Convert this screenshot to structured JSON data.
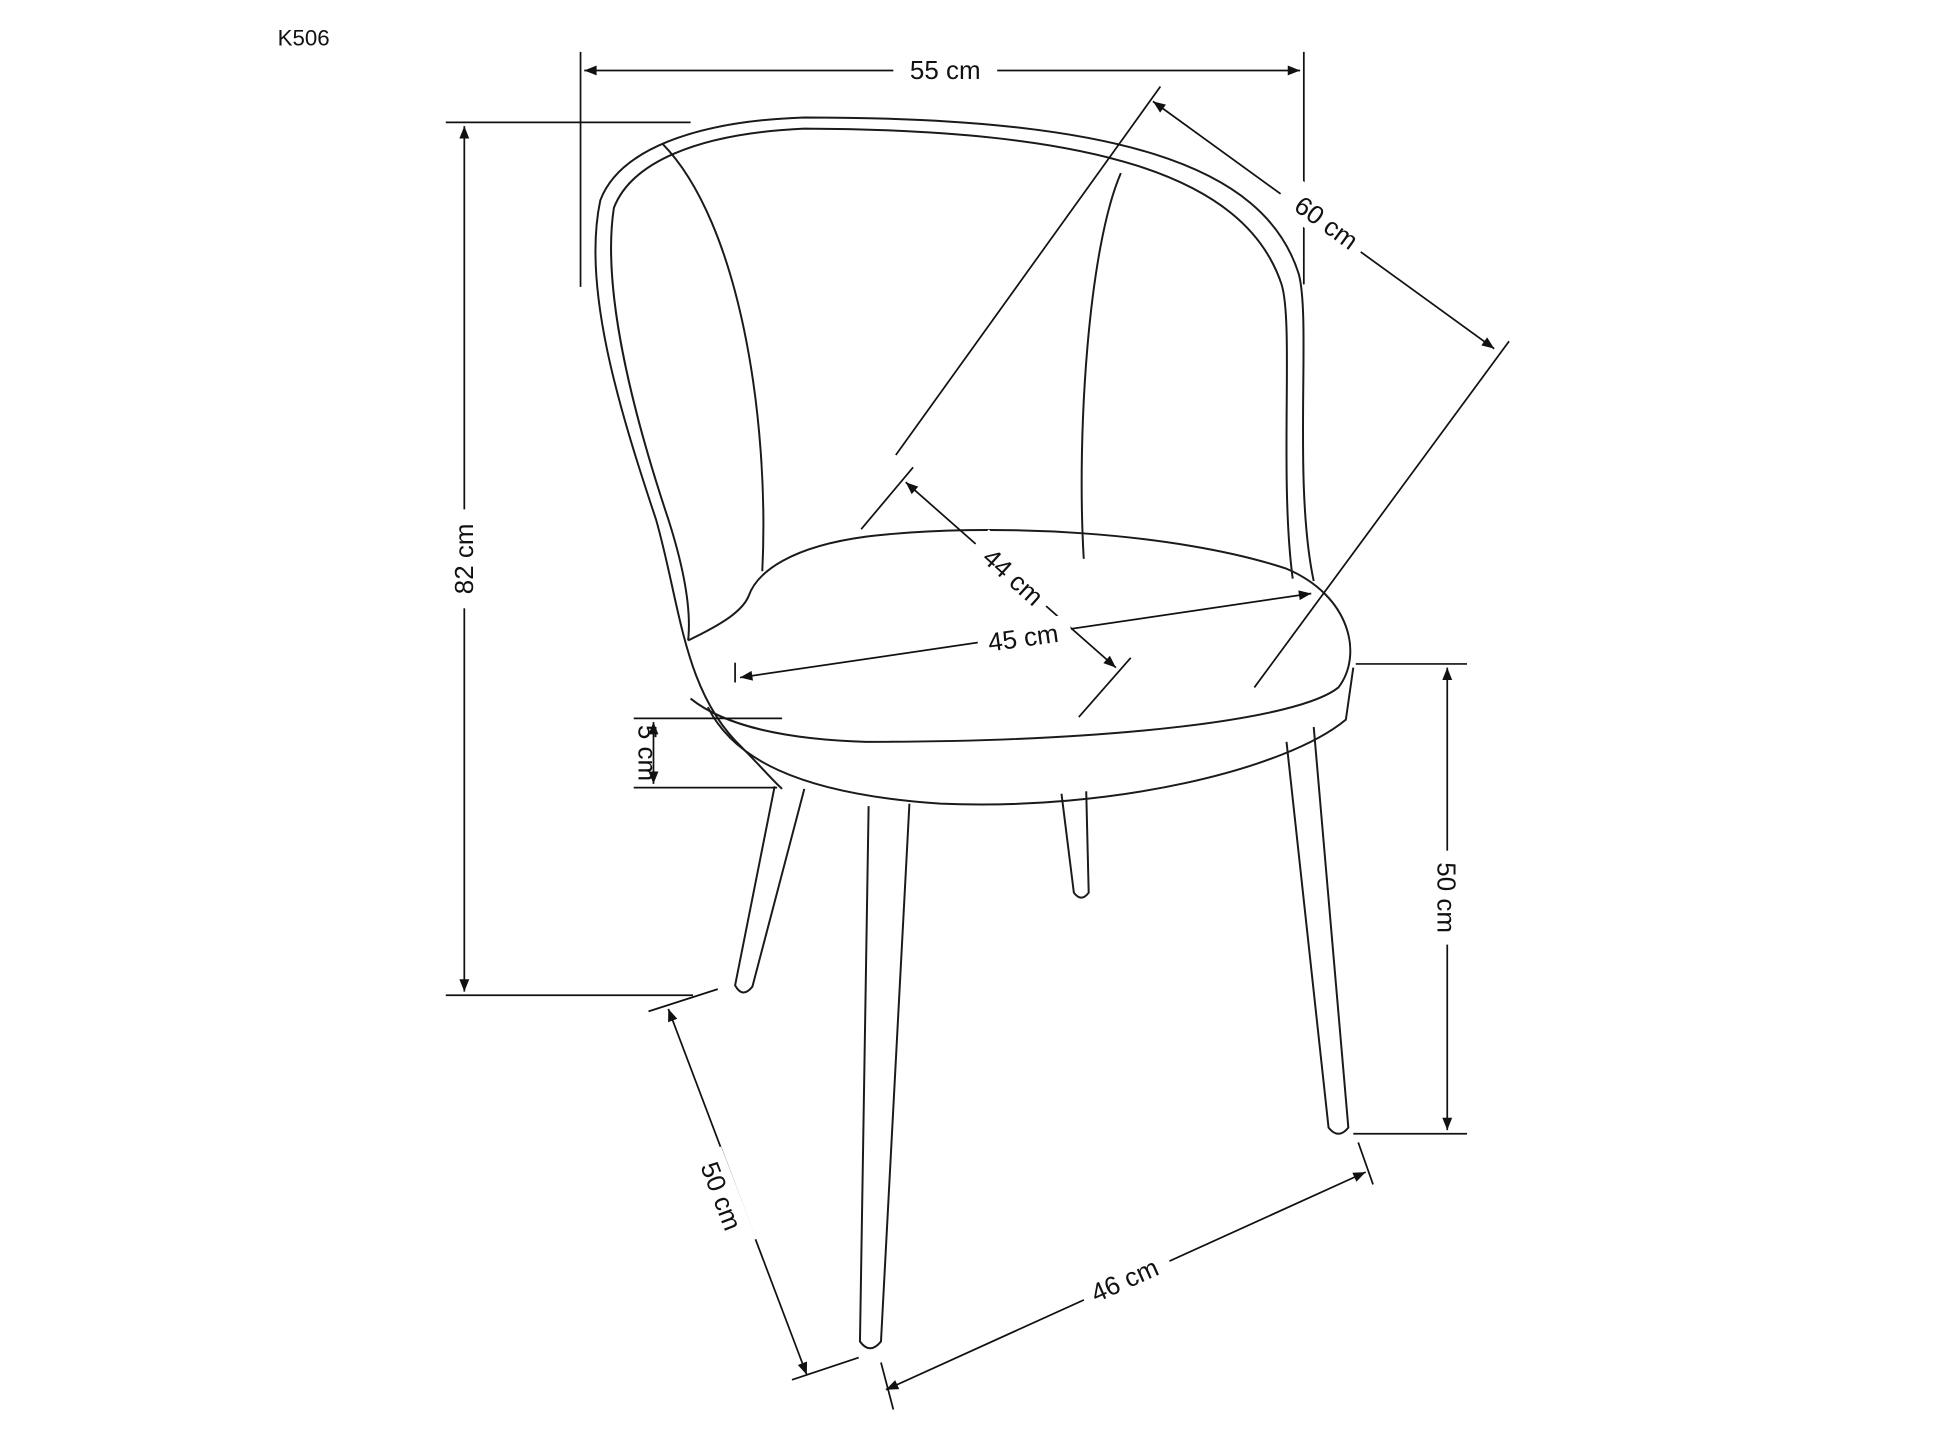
{
  "model": "K506",
  "dimensions": {
    "width": "55 cm",
    "depth": "60 cm",
    "height": "82 cm",
    "seat_depth": "44 cm",
    "seat_width": "45 cm",
    "seat_thickness": "5 cm",
    "seat_height": "50 cm",
    "leg_span_side": "50 cm",
    "leg_span_front": "46 cm"
  },
  "colors": {
    "line": "#1a1a1a",
    "background": "#ffffff"
  }
}
